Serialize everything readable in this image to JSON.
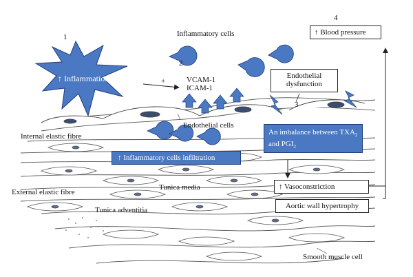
{
  "colors": {
    "accent_blue": "#4a78c2",
    "dark_blue": "#1f3f78",
    "sketch_stroke": "#555555"
  },
  "steps": {
    "n1": "1",
    "n2": "2",
    "n3": "3",
    "n4": "4"
  },
  "labels": {
    "inflammation_prefix": "↑",
    "inflammation": "Inflammation",
    "inflammatory_cells": "Inflammatory cells",
    "plus_sign": "+",
    "vcam": "VCAM-1",
    "icam": "ICAM-1",
    "endothelial_dysfunction_line1": "Endothelial",
    "endothelial_dysfunction_line2": "dysfunction",
    "blood_pressure": "↑ Blood pressure",
    "endothelial_cells": "Endothelial cells",
    "internal_elastic_fibre": "Internal elastic fibre",
    "infiltration": "↑ Inflammatory cells infiltration",
    "imbalance_line1": "An imbalance between TXA",
    "imbalance_sub1": "2",
    "imbalance_line2": "and PGI",
    "imbalance_sub2": "2",
    "vasoconstriction": "↑ Vasoconstriction",
    "aortic_wall_hypertrophy": "Aortic wall hypertrophy",
    "tunica_media": "Tunica media",
    "external_elastic_fibre": "External elastic fibre",
    "tunica_adventitia": "Tunica adventitia",
    "smooth_muscle_cell": "Smooth muscle cell"
  },
  "icons": [
    "starburst-icon",
    "pacman-cell-icon",
    "up-arrow-icon",
    "lightning-icon",
    "smooth-muscle-cell-icon"
  ]
}
